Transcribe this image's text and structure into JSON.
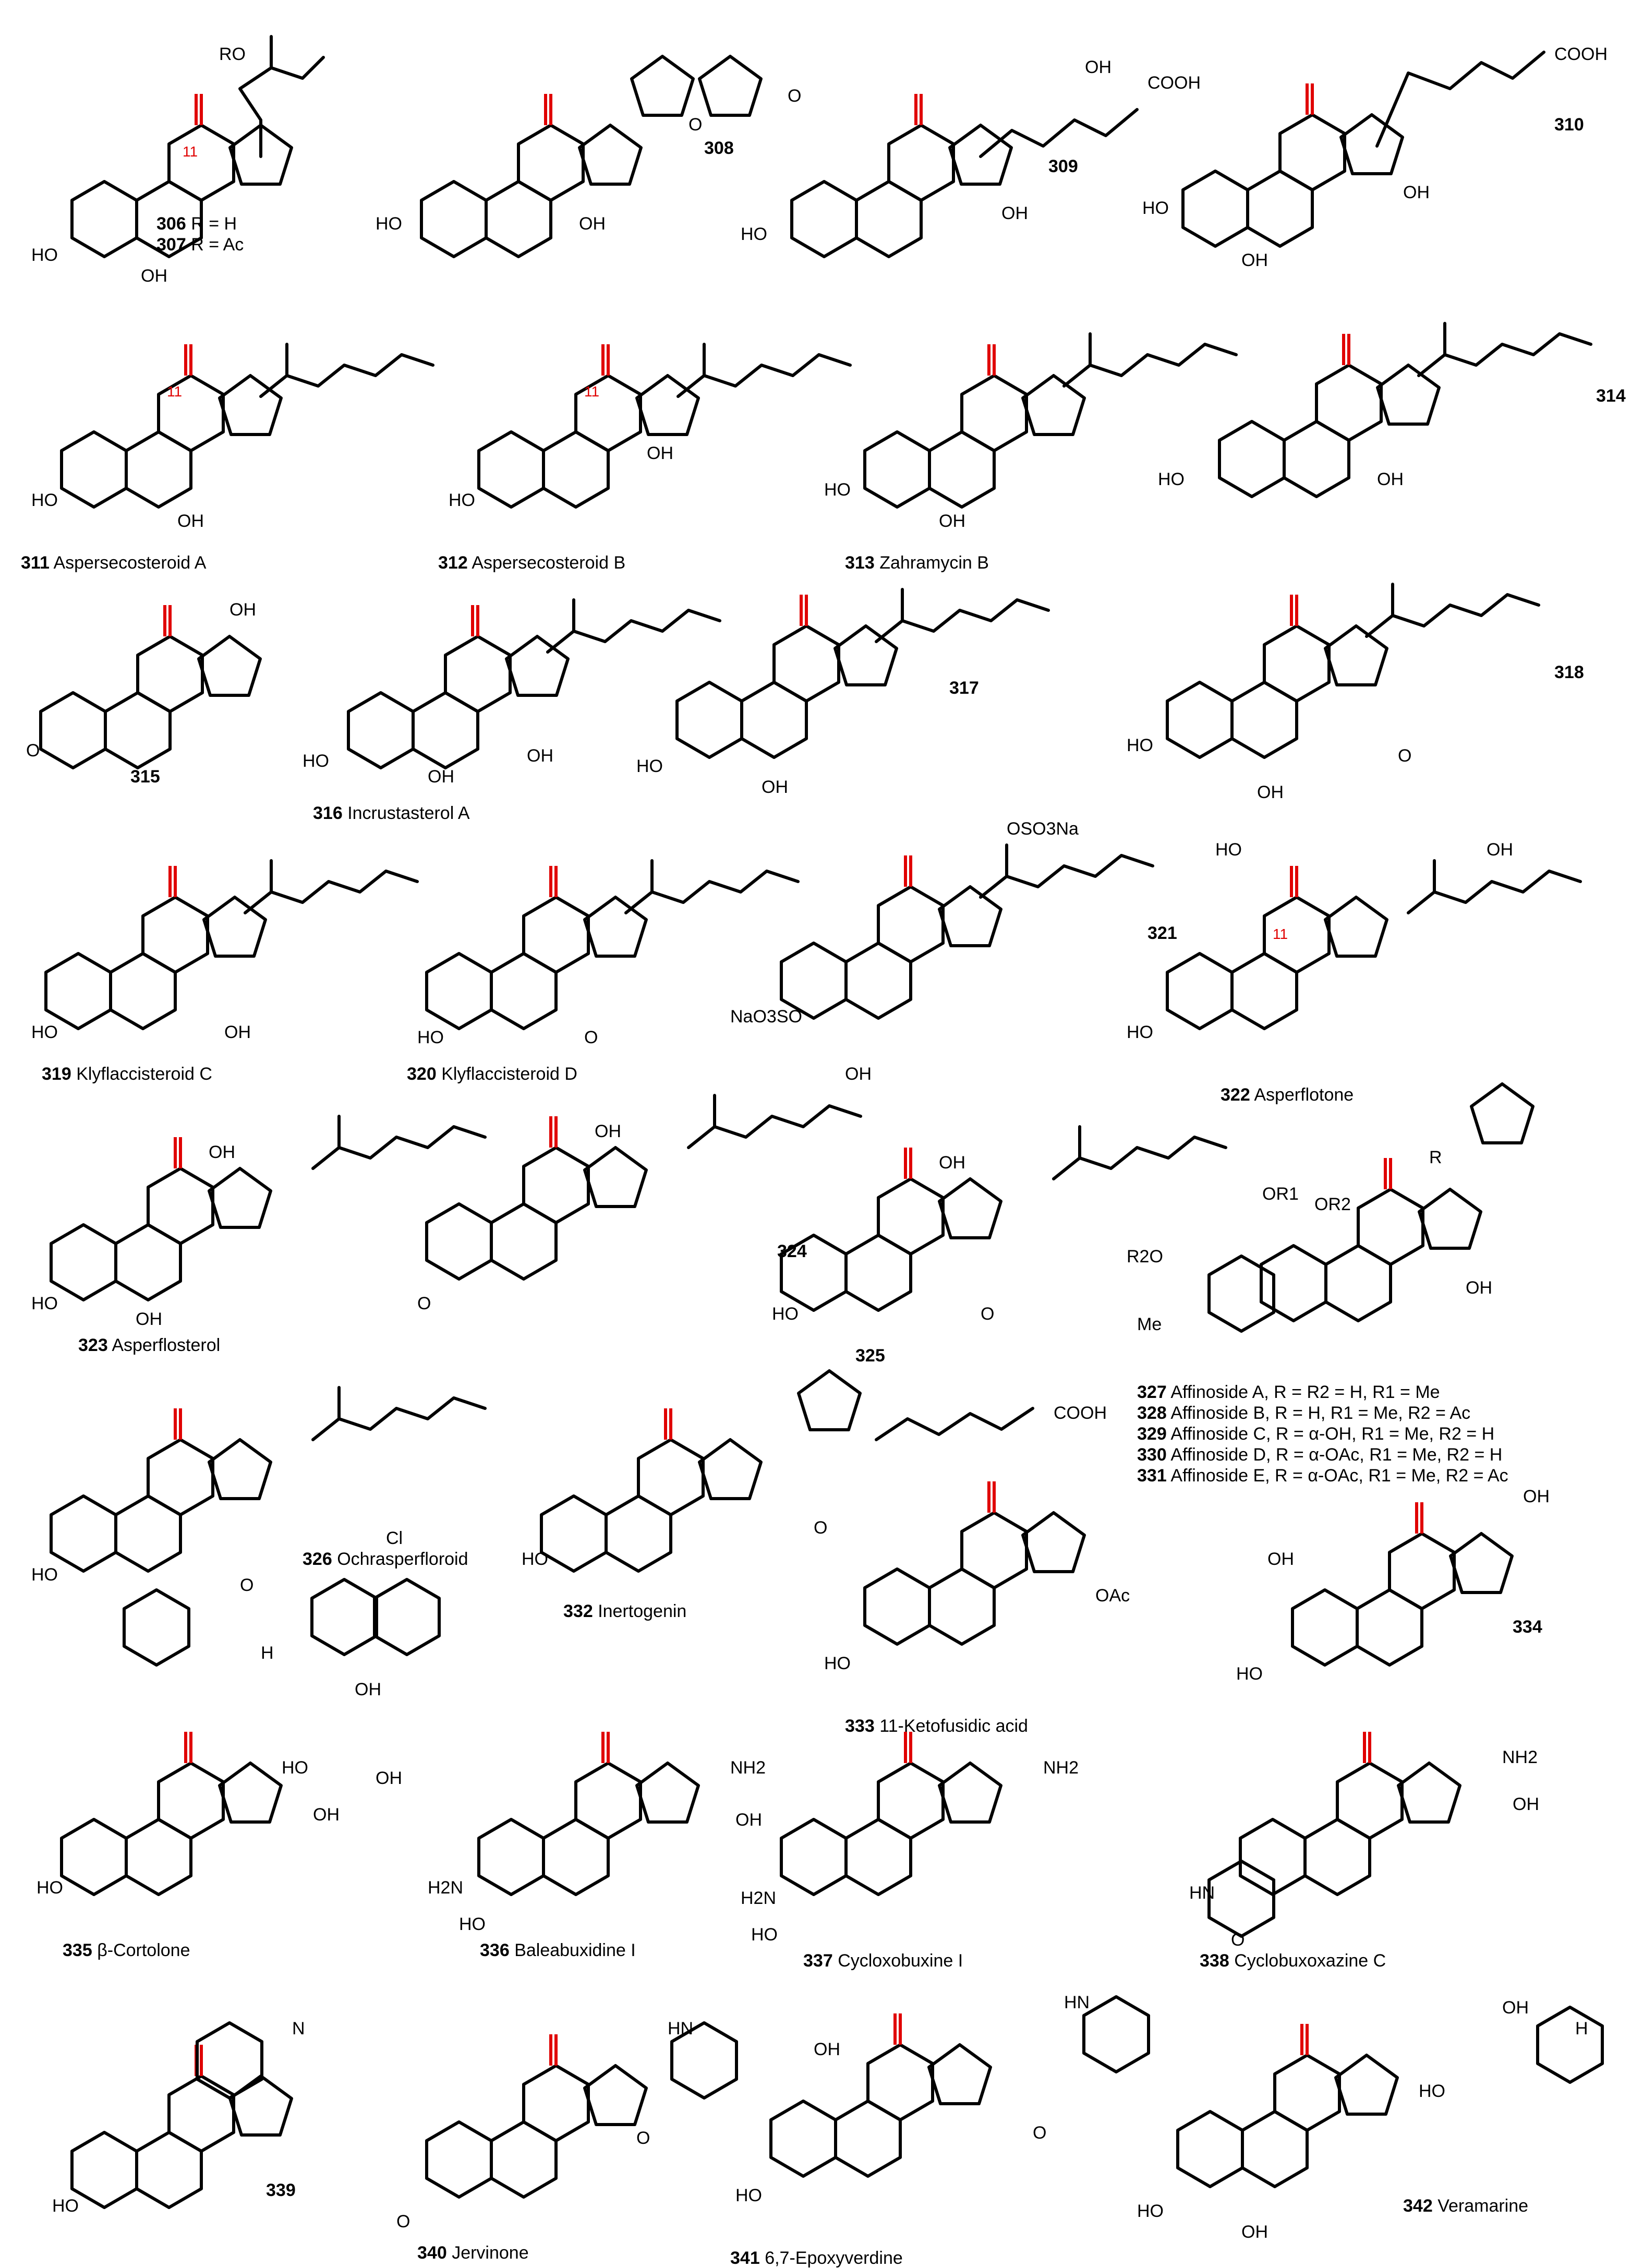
{
  "colors": {
    "bond": "#000000",
    "ketone": "#e00000",
    "background": "#ffffff"
  },
  "compounds": [
    {
      "num": "306",
      "text": "R = H"
    },
    {
      "num": "307",
      "text": "R = Ac"
    },
    {
      "num": "308",
      "text": ""
    },
    {
      "num": "309",
      "text": ""
    },
    {
      "num": "310",
      "text": ""
    },
    {
      "num": "311",
      "text": "Aspersecosteroid A"
    },
    {
      "num": "312",
      "text": "Aspersecosteroid B"
    },
    {
      "num": "313",
      "text": "Zahramycin B"
    },
    {
      "num": "314",
      "text": ""
    },
    {
      "num": "315",
      "text": ""
    },
    {
      "num": "316",
      "text": "Incrustasterol A"
    },
    {
      "num": "317",
      "text": ""
    },
    {
      "num": "318",
      "text": ""
    },
    {
      "num": "319",
      "text": "Klyflaccisteroid C"
    },
    {
      "num": "320",
      "text": "Klyflaccisteroid D"
    },
    {
      "num": "321",
      "text": ""
    },
    {
      "num": "322",
      "text": "Asperflotone"
    },
    {
      "num": "323",
      "text": "Asperflosterol"
    },
    {
      "num": "324",
      "text": ""
    },
    {
      "num": "325",
      "text": ""
    },
    {
      "num": "326",
      "text": "Ochrasperfloroid"
    },
    {
      "num": "327",
      "text": "Affinoside A, R = R2 = H, R1 = Me"
    },
    {
      "num": "328",
      "text": "Affinoside B, R = H, R1 = Me, R2 = Ac"
    },
    {
      "num": "329",
      "text": "Affinoside C, R = α-OH, R1 = Me, R2 = H"
    },
    {
      "num": "330",
      "text": "Affinoside D, R = α-OAc, R1 = Me, R2 = H"
    },
    {
      "num": "331",
      "text": "Affinoside E, R = α-OAc, R1 = Me, R2 = Ac"
    },
    {
      "num": "332",
      "text": "Inertogenin"
    },
    {
      "num": "333",
      "text": "11-Ketofusidic acid"
    },
    {
      "num": "334",
      "text": ""
    },
    {
      "num": "335",
      "text": "β-Cortolone"
    },
    {
      "num": "336",
      "text": "Baleabuxidine I"
    },
    {
      "num": "337",
      "text": "Cycloxobuxine I"
    },
    {
      "num": "338",
      "text": "Cyclobuxoxazine C"
    },
    {
      "num": "339",
      "text": ""
    },
    {
      "num": "340",
      "text": "Jervinone"
    },
    {
      "num": "341",
      "text": "6,7-Epoxyverdine"
    },
    {
      "num": "342",
      "text": "Veramarine"
    }
  ],
  "labels": {
    "ro": "RO",
    "oh": "OH",
    "ho": "HO",
    "h": "H",
    "o": "O",
    "cooh": "COOH",
    "eleven": "11",
    "r": "R",
    "oac": "OAc",
    "nh2": "NH2",
    "h2n": "H2N",
    "hn": "HN",
    "n": "N",
    "cl": "Cl",
    "me": "Me",
    "r2o": "R2O",
    "or1": "OR1",
    "or2": "OR2",
    "naso3o": "NaO3SO",
    "oso3na": "OSO3Na"
  }
}
